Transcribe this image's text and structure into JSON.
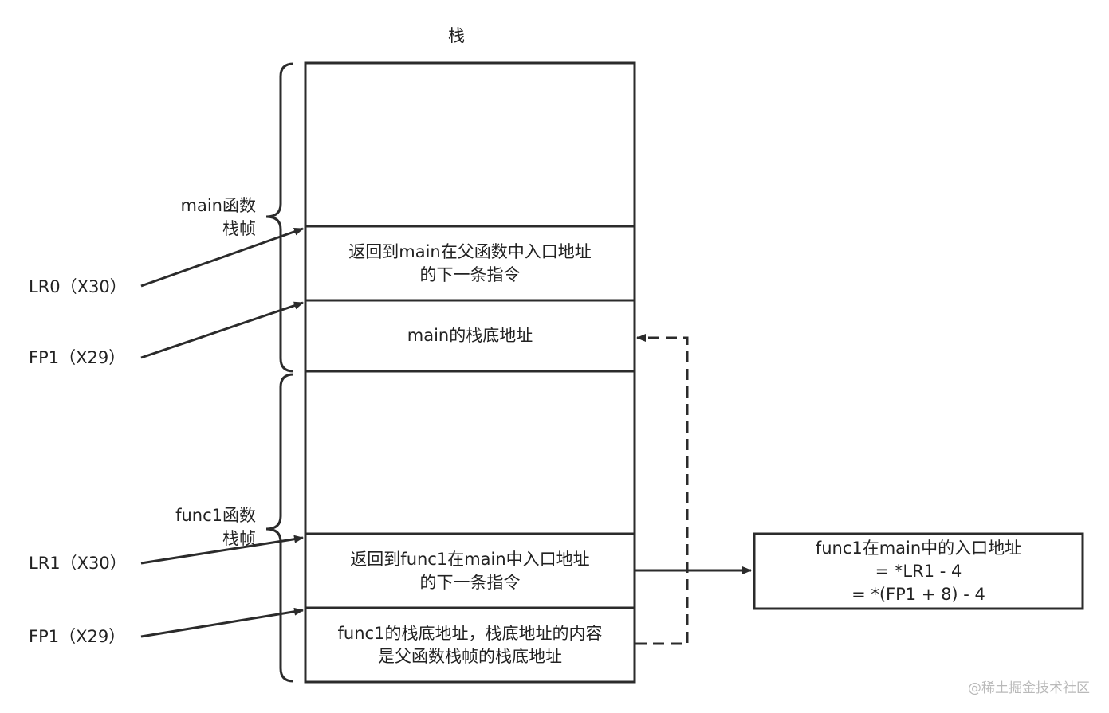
{
  "stack_title": "栈",
  "frames": {
    "main": {
      "line1": "main函数",
      "line2": "栈帧"
    },
    "func1": {
      "line1": "func1函数",
      "line2": "栈帧"
    }
  },
  "cells": {
    "main_return": {
      "line1": "返回到main在父函数中入口地址",
      "line2": "的下一条指令"
    },
    "main_base": {
      "line1": "main的栈底地址"
    },
    "func1_return": {
      "line1": "返回到func1在main中入口地址",
      "line2": "的下一条指令"
    },
    "func1_base": {
      "line1": "func1的栈底地址，栈底地址的内容",
      "line2": "是父函数栈帧的栈底地址"
    }
  },
  "registers": {
    "lr0": "LR0（X30）",
    "fp1_top": "FP1（X29）",
    "lr1": "LR1（X30）",
    "fp1_bottom": "FP1（X29）"
  },
  "result_box": {
    "line1": "func1在main中的入口地址",
    "line2": "= *LR1 - 4",
    "line3": "= *(FP1 + 8) - 4"
  },
  "watermark": "@稀土掘金技术社区",
  "colors": {
    "line": "#2b2b2b",
    "text": "#222222",
    "watermark": "#b9b9b9"
  }
}
